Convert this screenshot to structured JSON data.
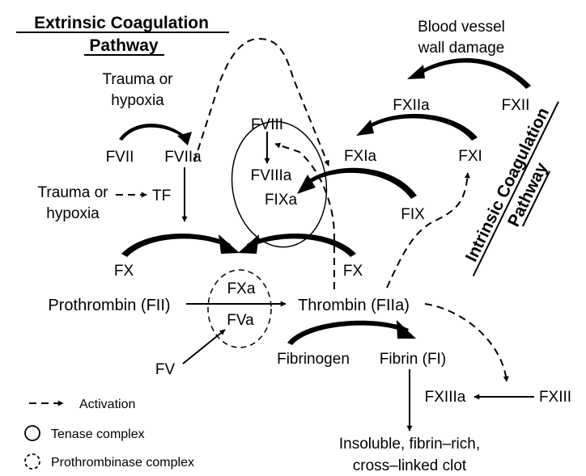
{
  "extrinsic_title": {
    "line1": "Extrinsic Coagulation",
    "line2": "Pathway"
  },
  "intrinsic_title": {
    "line1": "Intrinsic Coagulation",
    "line2": "Pathway"
  },
  "labels": {
    "blood_vessel_1": "Blood vessel",
    "blood_vessel_2": "wall damage",
    "trauma_top_1": "Trauma or",
    "trauma_top_2": "hypoxia",
    "trauma_left_1": "Trauma or",
    "trauma_left_2": "hypoxia",
    "tf": "TF",
    "fvii": "FVII",
    "fviia": "FVIIa",
    "fviii": "FVIII",
    "fviiia": "FVIIIa",
    "fixa": "FIXa",
    "fix": "FIX",
    "fxia": "FXIa",
    "fxi": "FXI",
    "fxiia": "FXIIa",
    "fxii": "FXII",
    "fx_left": "FX",
    "fx_right": "FX",
    "fxa": "FXa",
    "fva": "FVa",
    "fv": "FV",
    "prothrombin": "Prothrombin (FII)",
    "thrombin": "Thrombin (FIIa)",
    "fibrinogen": "Fibrinogen",
    "fibrin": "Fibrin (FI)",
    "fxiiia": "FXIIIa",
    "fxiii": "FXIII",
    "clot_1": "Insoluble, fibrin–rich,",
    "clot_2": "cross–linked clot"
  },
  "legend": [
    {
      "symbol": "dashed-arrow",
      "label": "Activation"
    },
    {
      "symbol": "solid-circle",
      "label": "Tenase complex"
    },
    {
      "symbol": "dashed-circle",
      "label": "Prothrombinase complex"
    }
  ]
}
